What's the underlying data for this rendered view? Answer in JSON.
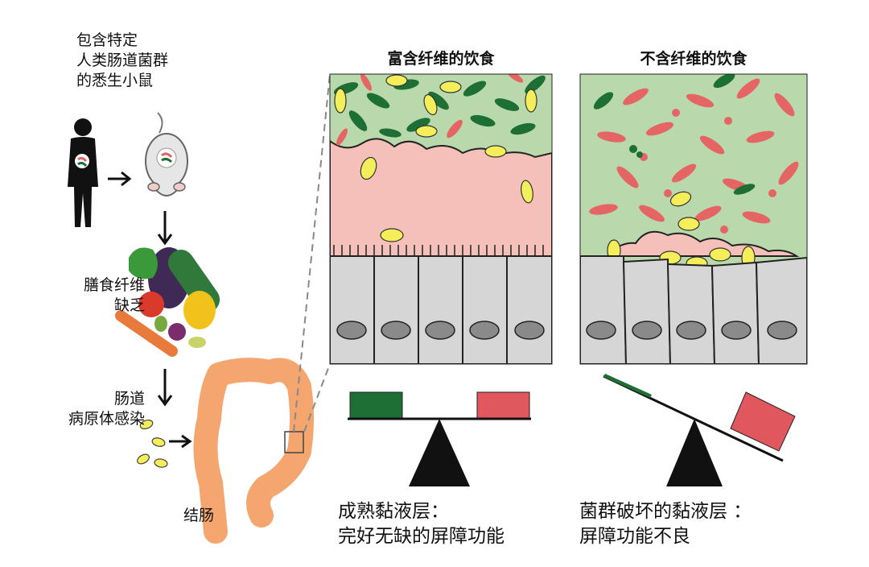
{
  "left": {
    "mouse_label": "包含特定\n人类肠道菌群\n的悉生小鼠",
    "diet_label": "膳食纤维\n缺乏",
    "pathogen_label": "肠道\n病原体感染",
    "colon_label": "结肠"
  },
  "panels": [
    {
      "title": "富含纤维的饮食",
      "caption": "成熟黏液层：\n完好无缺的屏障功能"
    },
    {
      "title": "不含纤维的饮食",
      "caption": "菌群破坏的黏液层 ：\n屏障功能不良"
    }
  ],
  "colors": {
    "lumen": "#b9d9ad",
    "mucus": "#f5c0ba",
    "cells": "#d6d6d6",
    "nucleus": "#8a8a8a",
    "green_bacteria": "#1e6f36",
    "red_bacteria": "#e56464",
    "yellow_bacteria": "#f3ee5a",
    "colon": "#f4a66e",
    "balance_green": "#1e6f36",
    "balance_red": "#e0575d"
  }
}
